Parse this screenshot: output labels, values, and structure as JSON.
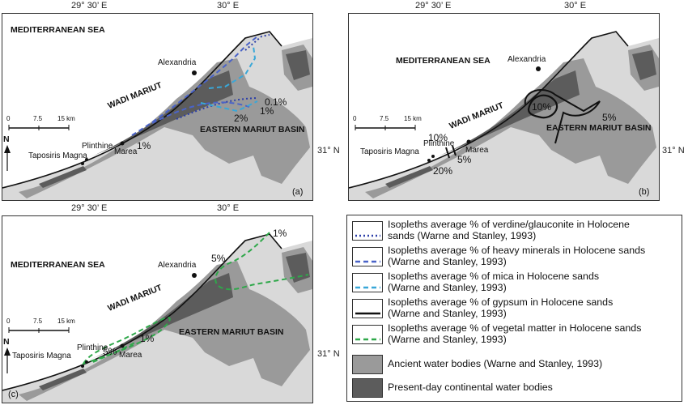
{
  "coords": {
    "lon_a": "29° 30’ E",
    "lon_b": "30° E",
    "lat": "31° N"
  },
  "places": {
    "sea": "MEDITERRANEAN SEA",
    "alexandria": "Alexandria",
    "wadi": "WADI MARIUT",
    "basin": "EASTERN MARIUT BASIN",
    "plinthine": "Plinthine",
    "taposiris": "Taposiris Magna",
    "marea": "Marea"
  },
  "scale": {
    "t0": "0",
    "t1": "7.5",
    "t2": "15 km"
  },
  "north": "N",
  "panels": {
    "a": {
      "letter": "(a)",
      "labels": [
        "0.1%",
        "1%",
        "2%",
        "1%"
      ]
    },
    "b": {
      "letter": "(b)",
      "labels": [
        "10%",
        "5%",
        "10%",
        "5%",
        "20%"
      ]
    },
    "c": {
      "letter": "(c)",
      "labels": [
        "1%",
        "5%",
        "5%",
        "1%"
      ]
    }
  },
  "legend": [
    {
      "line1": "Isopleths average % of verdine/glauconite in Holocene",
      "line2": "sands (Warne and Stanley, 1993)",
      "kind": "dotted",
      "color": "#2b3ea8"
    },
    {
      "line1": "Isopleths average % of heavy minerals in Holocene sands",
      "line2": "(Warne and Stanley, 1993)",
      "kind": "dashed",
      "color": "#4a63c8"
    },
    {
      "line1": "Isopleths average % of mica in Holocene sands",
      "line2": "(Warne and Stanley, 1993)",
      "kind": "dashed",
      "color": "#39a7d8"
    },
    {
      "line1": "Isopleths average % of gypsum in Holocene sands",
      "line2": "(Warne and Stanley, 1993)",
      "kind": "solid",
      "color": "#111111"
    },
    {
      "line1": "Isopleths average % of vegetal matter in Holocene sands",
      "line2": "(Warne and Stanley, 1993)",
      "kind": "dashed",
      "color": "#2fa84a"
    },
    {
      "line1": "Ancient water bodies (Warne and Stanley, 1993)",
      "line2": "",
      "kind": "fill",
      "color": "#9a9a9a"
    },
    {
      "line1": "Present-day continental water bodies",
      "line2": "",
      "kind": "fill",
      "color": "#5c5c5c"
    }
  ],
  "colors": {
    "land": "#d9d9d9",
    "ancient_water": "#9a9a9a",
    "present_water": "#5c5c5c"
  }
}
